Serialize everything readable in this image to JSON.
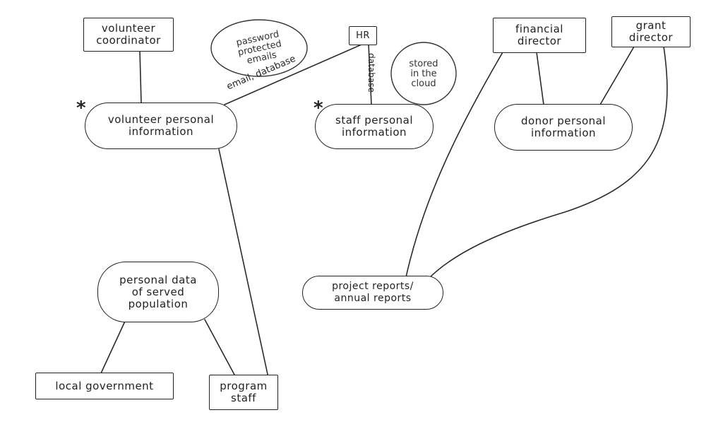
{
  "nodes": {
    "volunteer_coordinator": "volunteer\ncoordinator",
    "hr": "HR",
    "financial_director": "financial\ndirector",
    "grant_director": "grant\ndirector",
    "volunteer_info": "volunteer personal\ninformation",
    "staff_info": "staff personal\ninformation",
    "donor_info": "donor personal\ninformation",
    "served_population": "personal data\nof served\npopulation",
    "project_reports": "project reports/\nannual reports",
    "local_government": "local government",
    "program_staff": "program\nstaff"
  },
  "clouds": {
    "password_emails": "password\nprotected\nemails",
    "stored_cloud": "stored\nin the\ncloud"
  },
  "edge_labels": {
    "email_database": "email, database",
    "database": "database"
  },
  "markers": {
    "sensitive": "*"
  }
}
